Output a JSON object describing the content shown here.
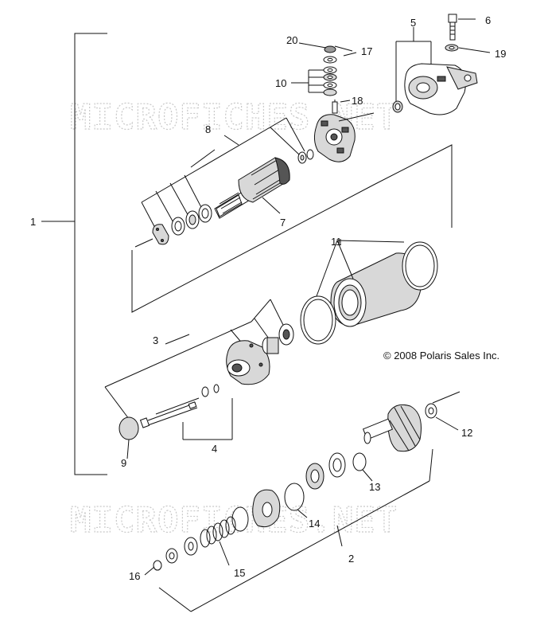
{
  "watermark": "MICROFICHES.NET",
  "copyright": "© 2008 Polaris Sales Inc.",
  "callouts": {
    "c1": "1",
    "c2": "2",
    "c3": "3",
    "c4": "4",
    "c5": "5",
    "c6": "6",
    "c7": "7",
    "c8": "8",
    "c9": "9",
    "c10": "10",
    "c11": "11",
    "c12": "12",
    "c13": "13",
    "c14": "14",
    "c15": "15",
    "c16": "16",
    "c17": "17",
    "c18": "18",
    "c19": "19",
    "c20": "20"
  }
}
